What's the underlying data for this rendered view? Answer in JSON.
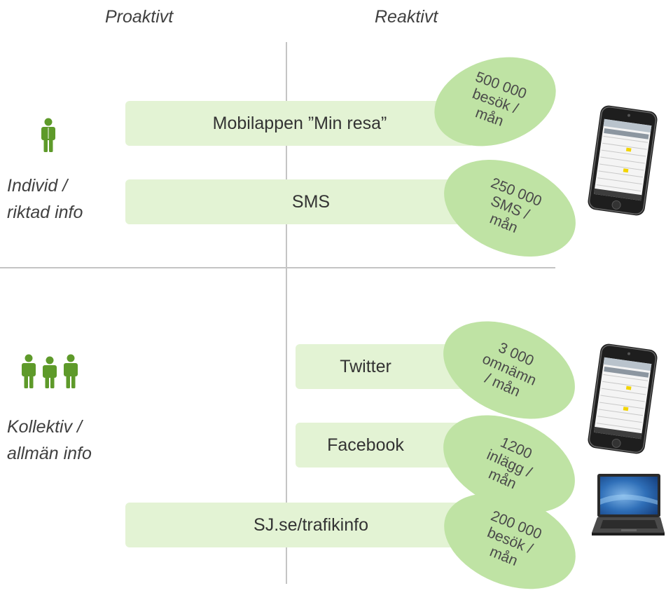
{
  "columns": {
    "proactive": "Proaktivt",
    "reactive": "Reaktivt"
  },
  "rows": {
    "individual": "Individ /\nriktad info",
    "collective": "Kollektiv /\nallmän info"
  },
  "channels": [
    {
      "label": "Mobilappen ”Min resa”",
      "stat": "500 000\nbesök /\nmån"
    },
    {
      "label": "SMS",
      "stat": "250 000\nSMS /\nmån"
    },
    {
      "label": "Twitter",
      "stat": "3 000\nomnämn\n/ mån"
    },
    {
      "label": "Facebook",
      "stat": "1200\ninlägg /\nmån"
    },
    {
      "label": "SJ.se/trafikinfo",
      "stat": "200 000\nbesök /\nmån"
    }
  ],
  "colors": {
    "bar": "#e3f3d4",
    "oval": "#bfe3a4",
    "person_icon": "#5e9a2a",
    "divider": "#c4c4c4"
  },
  "icons": [
    "person-icon",
    "group-icon",
    "smartphone-icon",
    "laptop-icon"
  ]
}
